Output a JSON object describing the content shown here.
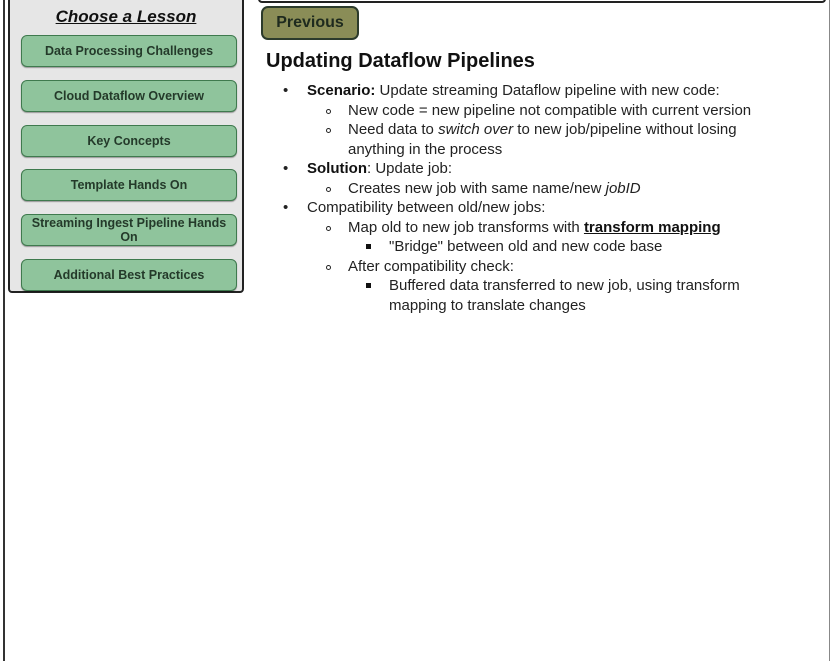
{
  "sidebar": {
    "title": "Choose a Lesson",
    "lessons": [
      {
        "label": "Data Processing Challenges"
      },
      {
        "label": "Cloud Dataflow Overview"
      },
      {
        "label": "Key Concepts"
      },
      {
        "label": "Template Hands On"
      },
      {
        "label": "Streaming Ingest Pipeline Hands On"
      },
      {
        "label": "Additional Best Practices"
      }
    ]
  },
  "nav": {
    "previous_label": "Previous"
  },
  "content": {
    "title": "Updating Dataflow Pipelines",
    "scenario": {
      "label": "Scenario:",
      "text": " Update streaming Dataflow pipeline with new code:",
      "items": [
        "New code = new pipeline not compatible with current version",
        {
          "pre": "Need data to ",
          "em": "switch over",
          "post": " to new job/pipeline without losing anything in the process"
        }
      ]
    },
    "solution": {
      "label": "Solution",
      "text": ": Update job:",
      "items": [
        {
          "pre": "Creates new job with same name/new ",
          "em": "jobID"
        }
      ]
    },
    "compat": {
      "text": "Compatibility between old/new jobs:",
      "map": {
        "pre": "Map old to new job transforms with ",
        "link": "transform mapping"
      },
      "map_sub": "\"Bridge\" between old and new code base",
      "after": "After compatibility check:",
      "after_sub": "Buffered data transferred to new job, using transform mapping to translate changes"
    }
  }
}
